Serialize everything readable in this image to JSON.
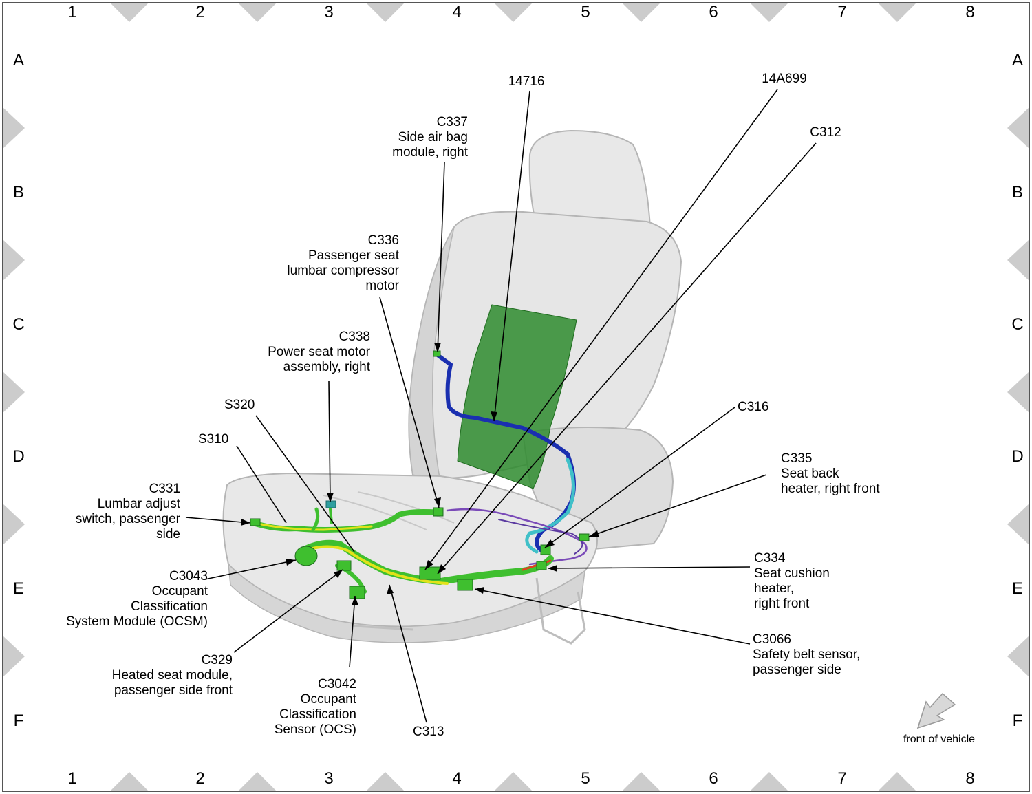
{
  "grid": {
    "columns": [
      "1",
      "2",
      "3",
      "4",
      "5",
      "6",
      "7",
      "8"
    ],
    "rows": [
      "A",
      "B",
      "C",
      "D",
      "E",
      "F"
    ]
  },
  "callouts": {
    "c14716": [
      "14716"
    ],
    "c14a699": [
      "14A699"
    ],
    "c312": [
      "C312"
    ],
    "c337": [
      "C337",
      "Side air bag",
      "module, right"
    ],
    "c336": [
      "C336",
      "Passenger seat",
      "lumbar compressor",
      "motor"
    ],
    "c338": [
      "C338",
      "Power seat motor",
      "assembly, right"
    ],
    "s320": [
      "S320"
    ],
    "s310": [
      "S310"
    ],
    "c331": [
      "C331",
      "Lumbar adjust",
      "switch, passenger",
      "side"
    ],
    "c3043": [
      "C3043",
      "Occupant",
      "Classification",
      "System Module (OCSM)"
    ],
    "c329": [
      "C329",
      "Heated seat module,",
      "passenger side front"
    ],
    "c3042": [
      "C3042",
      "Occupant",
      "Classification",
      "Sensor (OCS)"
    ],
    "c313": [
      "C313"
    ],
    "c316": [
      "C316"
    ],
    "c335": [
      "C335",
      "Seat back",
      "heater, right front"
    ],
    "c334": [
      "C334",
      "Seat cushion",
      "heater,",
      "right front"
    ],
    "c3066": [
      "C3066",
      "Safety belt sensor,",
      "passenger side"
    ]
  },
  "front_of_vehicle": "front of vehicle",
  "colors": {
    "seat": "#e6e6e6",
    "seat_shade": "#cfcfcf",
    "heater_panel": "#2e8b2e",
    "harness_green": "#3fbf2f",
    "harness_yellow": "#e2e21a",
    "wire_blue": "#1a2fb0",
    "wire_cyan": "#40c0c8",
    "wire_purple": "#7a4ab8",
    "grid_marker": "#cccccc"
  }
}
